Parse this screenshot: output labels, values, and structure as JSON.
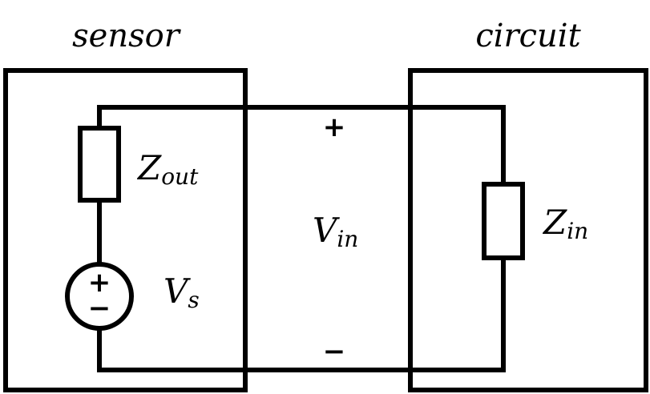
{
  "sensor_box": {
    "title": "sensor"
  },
  "circuit_box": {
    "title": "circuit"
  },
  "components": {
    "zout": {
      "symbol": "Z",
      "subscript": "out"
    },
    "vs": {
      "symbol": "V",
      "subscript": "s",
      "plus_sign": "+",
      "minus_sign": "−"
    },
    "zin": {
      "symbol": "Z",
      "subscript": "in"
    }
  },
  "vin": {
    "symbol": "V",
    "subscript": "in",
    "plus_sign": "+",
    "minus_sign": "−"
  },
  "colors": {
    "stroke": "#000000",
    "background": "#ffffff"
  }
}
